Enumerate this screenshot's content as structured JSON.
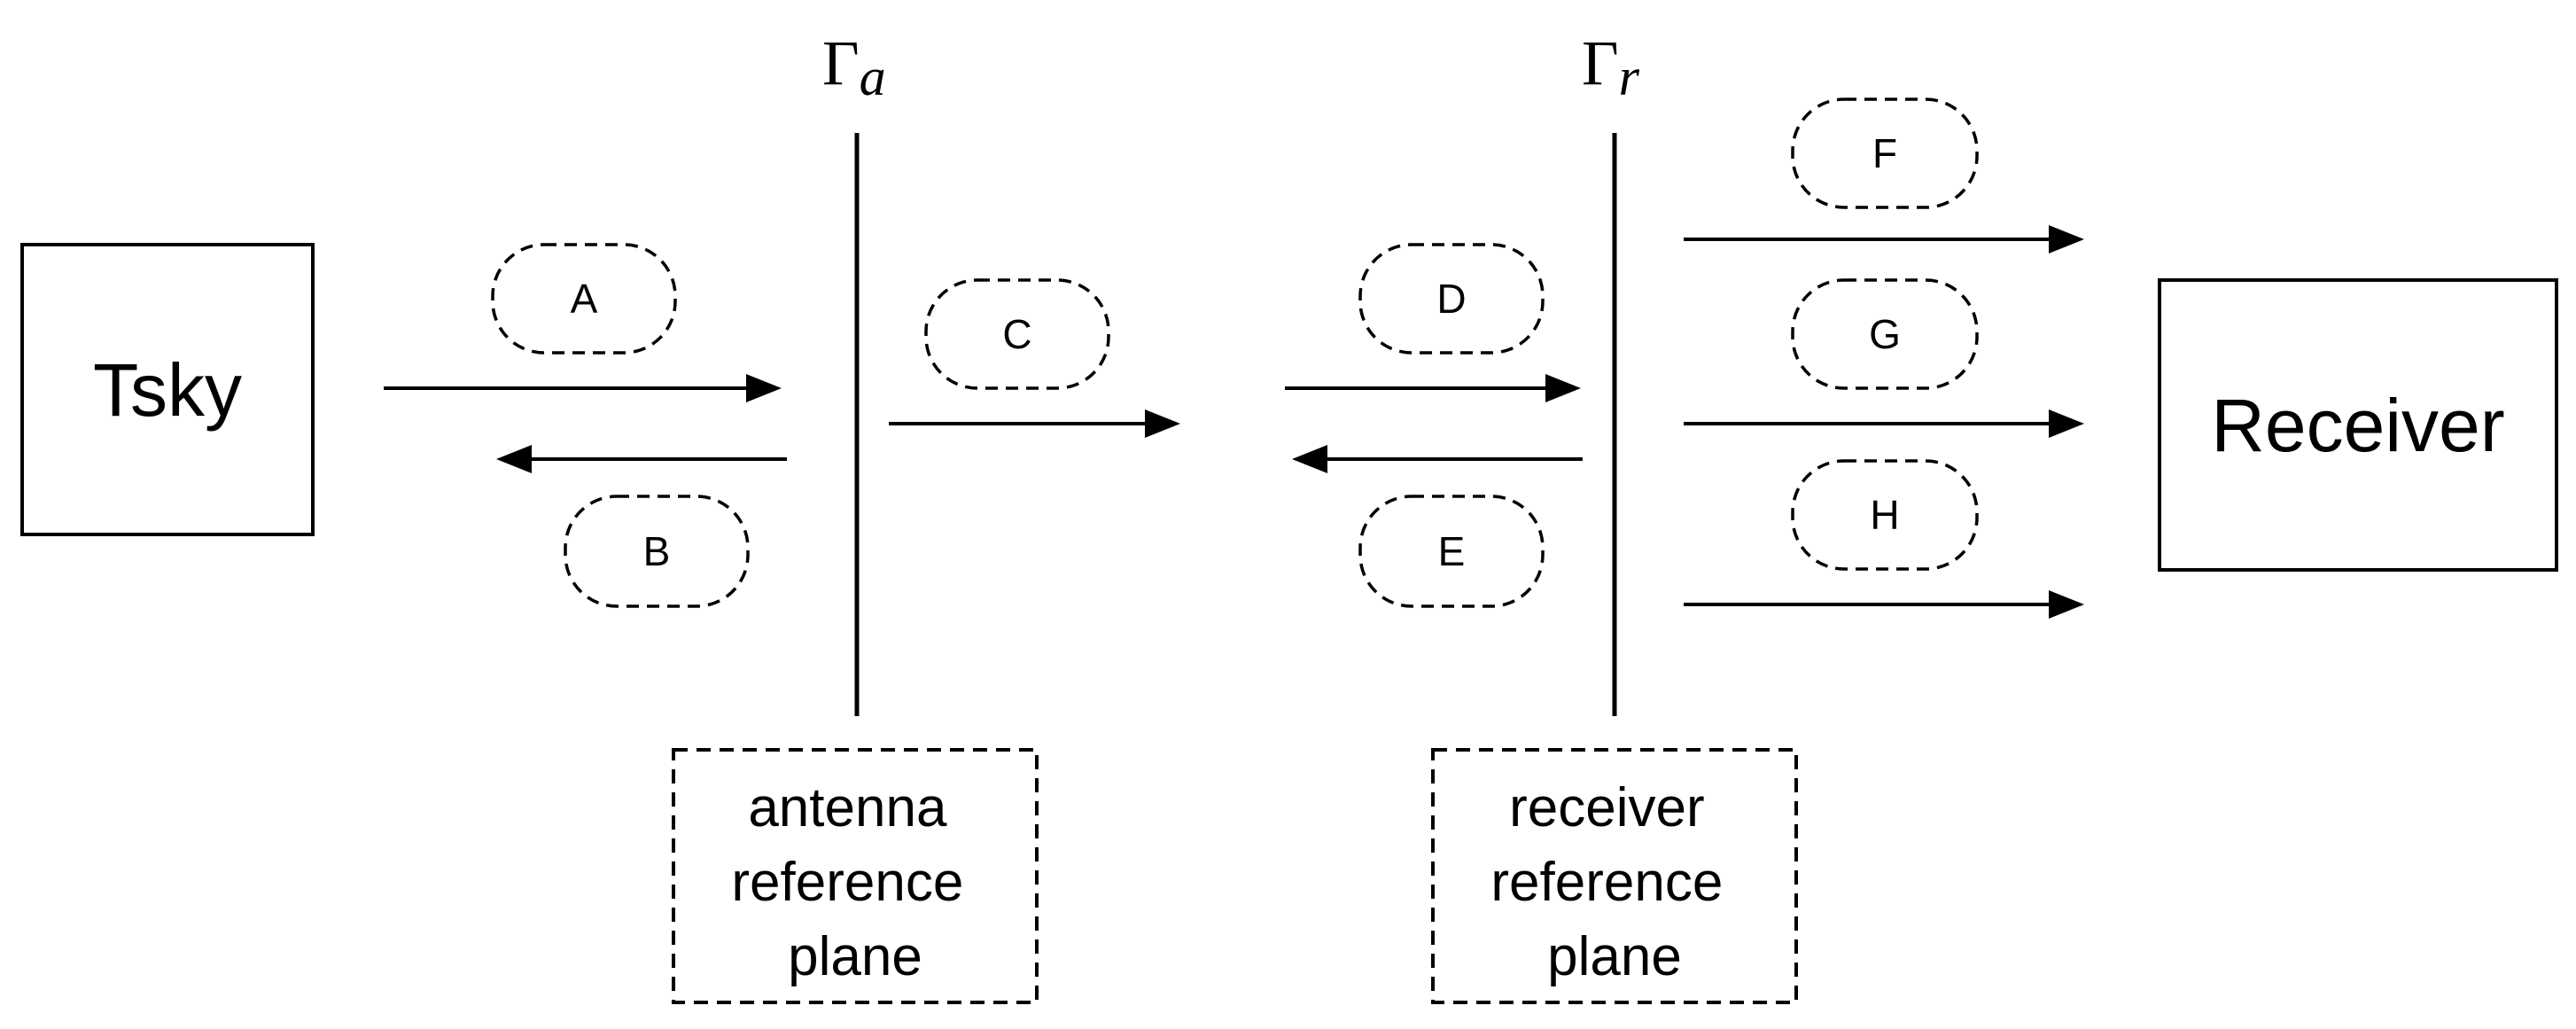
{
  "source_box": {
    "label": "Tsky"
  },
  "receiver_box": {
    "label": "Receiver"
  },
  "planes": {
    "antenna": {
      "symbol": "Γ",
      "subscript": "a",
      "caption": [
        "antenna",
        "reference",
        "plane"
      ]
    },
    "receiver": {
      "symbol": "Γ",
      "subscript": "r",
      "caption": [
        "receiver",
        "reference",
        "plane"
      ]
    }
  },
  "signal_labels": {
    "a": "A",
    "b": "B",
    "c": "C",
    "d": "D",
    "e": "E",
    "f": "F",
    "g": "G",
    "h": "H"
  }
}
